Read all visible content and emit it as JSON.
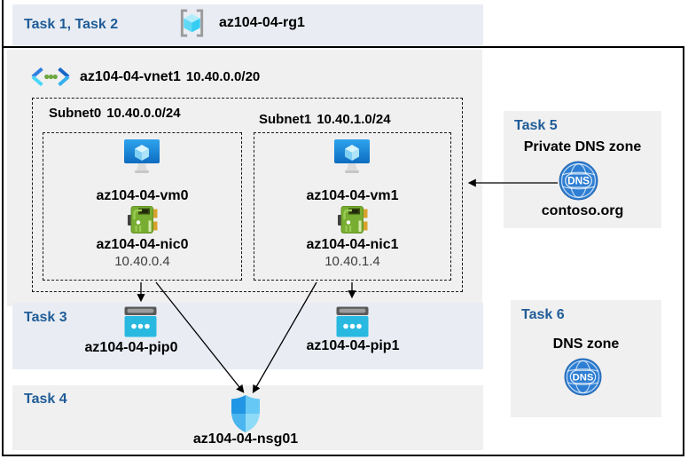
{
  "colors": {
    "band_blue": "#e9edf3",
    "panel_gray": "#f0f0f0",
    "task_label_blue": "#1f5c97",
    "text_black": "#000000",
    "text_muted": "#3d3d3d",
    "vm_blue": "#1c8fe0",
    "nic_green": "#77ad30",
    "pip_cyan": "#29b9e0",
    "dns_blue": "#2e7ed3",
    "shield_blue": "#2196e4",
    "bracket_gray": "#9b9b9b"
  },
  "header": {
    "tasks_label": "Task 1, Task 2",
    "resource_group": "az104-04-rg1"
  },
  "vnet": {
    "name": "az104-04-vnet1",
    "cidr": "10.40.0.0/20",
    "subnets": [
      {
        "name": "Subnet0",
        "cidr": "10.40.0.0/24",
        "vm": "az104-04-vm0",
        "nic": "az104-04-nic0",
        "ip": "10.40.0.4"
      },
      {
        "name": "Subnet1",
        "cidr": "10.40.1.0/24",
        "vm": "az104-04-vm1",
        "nic": "az104-04-nic1",
        "ip": "10.40.1.4"
      }
    ]
  },
  "task3": {
    "label": "Task 3",
    "pips": [
      "az104-04-pip0",
      "az104-04-pip1"
    ]
  },
  "task4": {
    "label": "Task 4",
    "nsg": "az104-04-nsg01"
  },
  "task5": {
    "label": "Task 5",
    "title": "Private DNS zone",
    "zone_name": "contoso.org",
    "icon_text": "DNS"
  },
  "task6": {
    "label": "Task 6",
    "title": "DNS zone",
    "icon_text": "DNS"
  }
}
